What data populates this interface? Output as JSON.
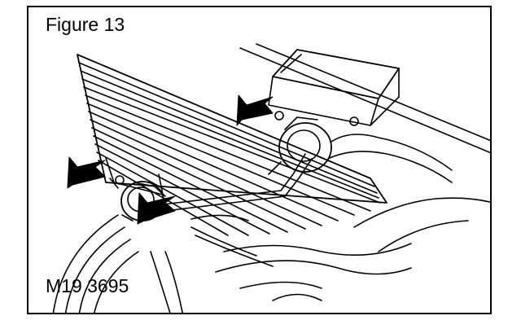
{
  "figure": {
    "title": "Figure 13",
    "reference_code": "M19 3695"
  },
  "colors": {
    "line": "#000000",
    "background": "#ffffff"
  },
  "icons": [
    "arrow-upper-right",
    "arrow-lower-left",
    "arrow-lower-right"
  ]
}
